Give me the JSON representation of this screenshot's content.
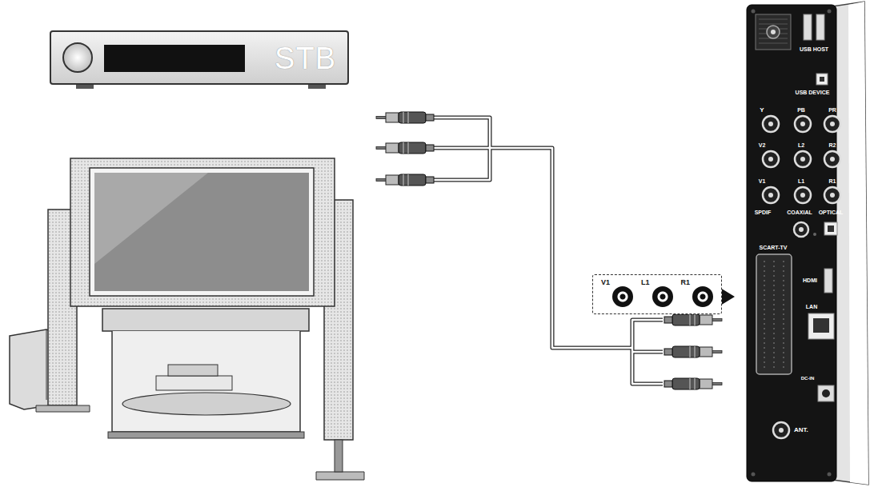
{
  "diagram": {
    "nodes": [
      {
        "text": [
          "STB"
        ]
      },
      {
        "text": [
          "V1",
          "L1",
          "R1"
        ]
      }
    ],
    "labels": [
      "USB HOST",
      "USB DEVICE",
      "Y",
      "PB",
      "PR",
      "V2",
      "L2",
      "R2",
      "V1",
      "L1",
      "R1",
      "SPDIF",
      "COAXIAL",
      "OPTICAL",
      "SCART-TV",
      "HDMI",
      "LAN",
      "DC-IN",
      "ANT."
    ]
  }
}
